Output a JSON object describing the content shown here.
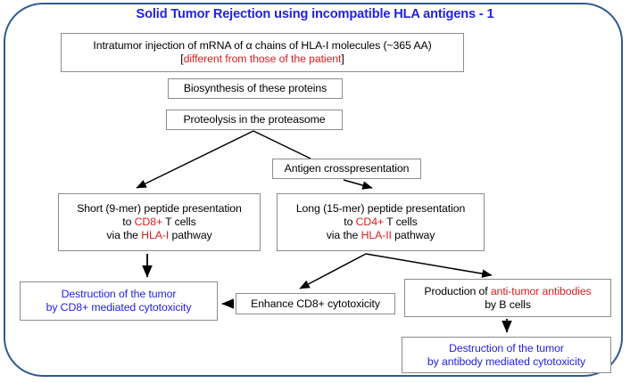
{
  "title": "Solid Tumor Rejection using incompatible HLA antigens - 1",
  "colors": {
    "frame": "#2e5a8e",
    "title": "#2222dd",
    "highlight_red": "#d61f1f",
    "highlight_blue": "#2222dd",
    "box_border": "#8c8c8c",
    "arrow": "#000000"
  },
  "nodes": {
    "injection": {
      "line1": "Intratumor injection of mRNA of α chains of HLA-I molecules (~365 AA)",
      "line2_open": "[",
      "line2_red": "different from those of the patient",
      "line2_close": "]"
    },
    "biosynthesis": {
      "line1": "Biosynthesis of these proteins"
    },
    "proteolysis": {
      "line1": "Proteolysis in the proteasome"
    },
    "antigen_crosspresentation": {
      "line1": "Antigen crosspresentation"
    },
    "short_peptide": {
      "line1": "Short (9-mer) peptide presentation",
      "line2_pre": "to ",
      "line2_red": "CD8+",
      "line2_post": " T cells",
      "line3_pre": "via the ",
      "line3_red": "HLA-I",
      "line3_post": " pathway"
    },
    "long_peptide": {
      "line1": "Long (15-mer) peptide presentation",
      "line2_pre": "to ",
      "line2_red": "CD4+",
      "line2_post": " T cells",
      "line3_pre": "via the ",
      "line3_red": "HLA-II",
      "line3_post": " pathway"
    },
    "destruction_cd8": {
      "line1": "Destruction of the tumor",
      "line2": "by CD8+ mediated cytotoxicity"
    },
    "enhance_cd8": {
      "line1": "Enhance CD8+ cytotoxicity"
    },
    "production_antibodies": {
      "line1_pre": "Production of ",
      "line1_red": "anti-tumor antibodies",
      "line2": "by B cells"
    },
    "destruction_antibody": {
      "line1": "Destruction of the tumor",
      "line2": "by antibody mediated cytotoxicity"
    }
  },
  "edges": [
    {
      "from": "proteolysis",
      "to": "short_peptide",
      "style": "arrow"
    },
    {
      "from": "proteolysis",
      "to": "antigen_crosspresentation",
      "style": "line"
    },
    {
      "from": "antigen_crosspresentation",
      "to": "long_peptide",
      "style": "arrow"
    },
    {
      "from": "short_peptide",
      "to": "destruction_cd8",
      "style": "arrow"
    },
    {
      "from": "long_peptide",
      "to": "enhance_cd8",
      "style": "arrow"
    },
    {
      "from": "long_peptide",
      "to": "production_antibodies",
      "style": "arrow"
    },
    {
      "from": "enhance_cd8",
      "to": "destruction_cd8",
      "style": "arrow"
    },
    {
      "from": "production_antibodies",
      "to": "destruction_antibody",
      "style": "arrow"
    }
  ]
}
